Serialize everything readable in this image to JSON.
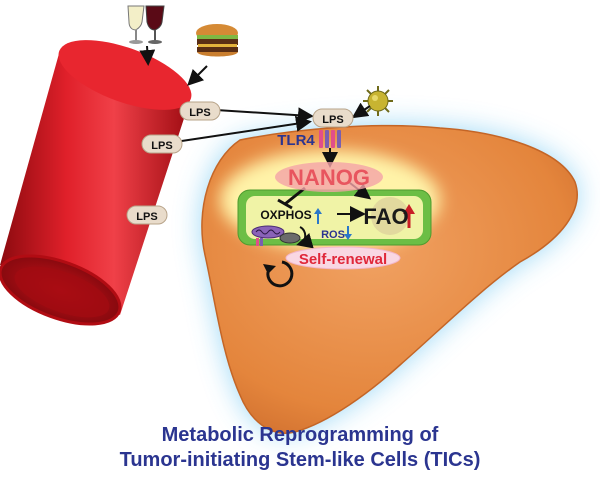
{
  "labels": {
    "lps_gut_upper": "LPS",
    "lps_gut_left": "LPS",
    "lps_gut_lower": "LPS",
    "lps_receptor": "LPS",
    "tlr4": "TLR4",
    "nanog": "NANOG",
    "oxphos": "OXPHOS",
    "ros": "ROS",
    "fao": "FAO",
    "self_renewal": "Self-renewal"
  },
  "caption": {
    "line1": "Metabolic Reprogramming of",
    "line2": "Tumor-initiating Stem-like Cells (TICs)"
  },
  "icons": [
    "wine-glasses-icon",
    "burger-icon",
    "bacterium-icon",
    "receptor-icon",
    "mitochondria-icon",
    "cycle-arrow-icon"
  ],
  "colors": {
    "gut_red": "#d8111a",
    "liver_orange": "#e9893f",
    "glow_blue": "#8fd3f5",
    "cell_green": "#6cbe45",
    "nanog_pink": "#e8555f",
    "caption_navy": "#2b3590",
    "tlr4_navy": "#2b3590"
  }
}
